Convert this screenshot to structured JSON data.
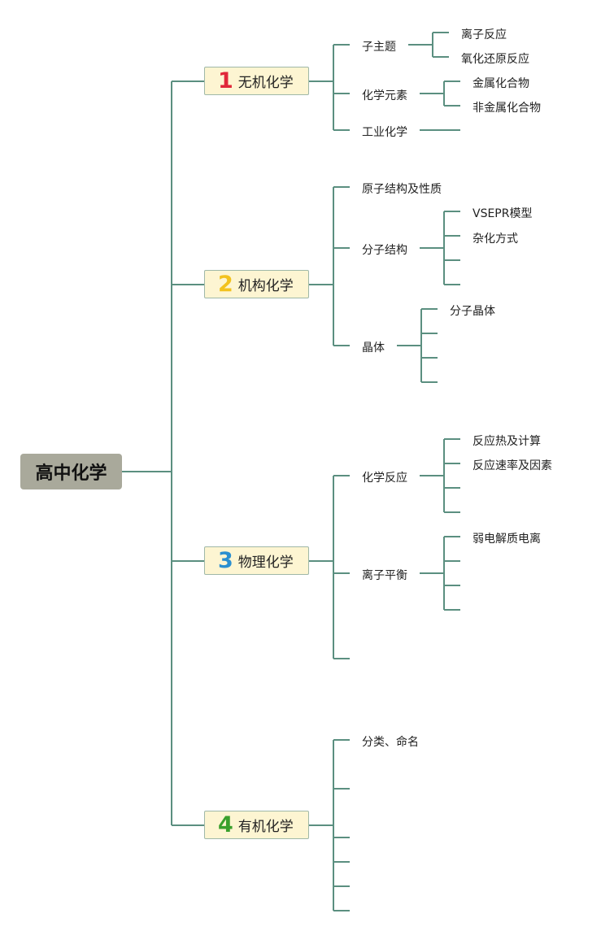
{
  "root": {
    "title": "高中化学"
  },
  "branches": [
    {
      "number": "1",
      "title": "无机化学",
      "color": "#e0283a",
      "topics": [
        {
          "label": "子主题",
          "subs": [
            "离子反应",
            "氧化还原反应"
          ]
        },
        {
          "label": "化学元素",
          "subs": [
            "金属化合物",
            "非金属化合物"
          ]
        },
        {
          "label": "工业化学"
        }
      ]
    },
    {
      "number": "2",
      "title": "机构化学",
      "color": "#f2c21e",
      "topics": [
        {
          "label": "原子结构及性质"
        },
        {
          "label": "分子结构",
          "subs": [
            "VSEPR模型",
            "杂化方式"
          ]
        },
        {
          "label": "晶体",
          "subs": [
            "分子晶体"
          ]
        }
      ]
    },
    {
      "number": "3",
      "title": "物理化学",
      "color": "#2a8fd0",
      "topics": [
        {
          "label": "化学反应",
          "subs": [
            "反应热及计算",
            "反应速率及因素"
          ]
        },
        {
          "label": "离子平衡",
          "subs": [
            "弱电解质电离"
          ]
        }
      ]
    },
    {
      "number": "4",
      "title": "有机化学",
      "color": "#3aa02c",
      "topics": [
        {
          "label": "分类、命名"
        }
      ]
    }
  ],
  "colors": {
    "line": "#5b8f80",
    "root_bg": "#a9a99b",
    "branch_bg": "#fdf5d2"
  }
}
